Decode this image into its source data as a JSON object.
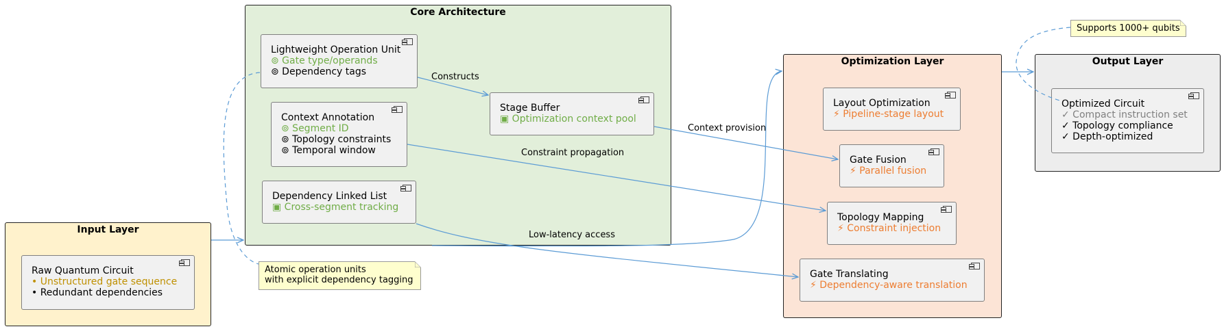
{
  "colors": {
    "edge": "#5b9bd5",
    "core_bg": "#e2efda",
    "input_bg": "#fff2cc",
    "opt_bg": "#fce4d6",
    "output_bg": "#ededed",
    "green_text": "#70ad47",
    "yellow_text": "#bf9000",
    "orange_text": "#ed7d31",
    "gray_text": "#808080"
  },
  "layers": {
    "input": {
      "title": "Input Layer"
    },
    "core": {
      "title": "Core Architecture"
    },
    "optimization": {
      "title": "Optimization Layer"
    },
    "output": {
      "title": "Output Layer"
    }
  },
  "components": {
    "raw_circuit": {
      "title": "Raw Quantum Circuit",
      "lines": [
        "• Unstructured gate sequence",
        "• Redundant dependencies"
      ]
    },
    "lou": {
      "title": "Lightweight Operation Unit",
      "lines": [
        "⊚ Gate type/operands",
        "⊚ Dependency tags"
      ]
    },
    "ctx": {
      "title": "Context Annotation",
      "lines": [
        "⊚ Segment ID",
        "⊚ Topology constraints",
        "⊚ Temporal window"
      ]
    },
    "dll": {
      "title": "Dependency Linked List",
      "lines": [
        "▣ Cross-segment tracking"
      ]
    },
    "stage": {
      "title": "Stage Buffer",
      "lines": [
        "▣ Optimization context pool"
      ]
    },
    "layout": {
      "title": "Layout Optimization",
      "lines": [
        "⚡ Pipeline-stage layout"
      ]
    },
    "fusion": {
      "title": "Gate Fusion",
      "lines": [
        "⚡ Parallel fusion"
      ]
    },
    "topo": {
      "title": "Topology Mapping",
      "lines": [
        "⚡ Constraint injection"
      ]
    },
    "translate": {
      "title": "Gate Translating",
      "lines": [
        "⚡ Dependency-aware translation"
      ]
    },
    "optimized": {
      "title": "Optimized Circuit",
      "lines": [
        "✓ Compact instruction set",
        "✓ Topology compliance",
        "✓ Depth-optimized"
      ]
    }
  },
  "edges": {
    "constructs": "Constructs",
    "context_provision": "Context provision",
    "constraint_propagation": "Constraint propagation",
    "low_latency": "Low-latency access"
  },
  "notes": {
    "qubits": "Supports 1000+ qubits",
    "atomic": [
      "Atomic operation units",
      "with explicit dependency tagging"
    ]
  }
}
